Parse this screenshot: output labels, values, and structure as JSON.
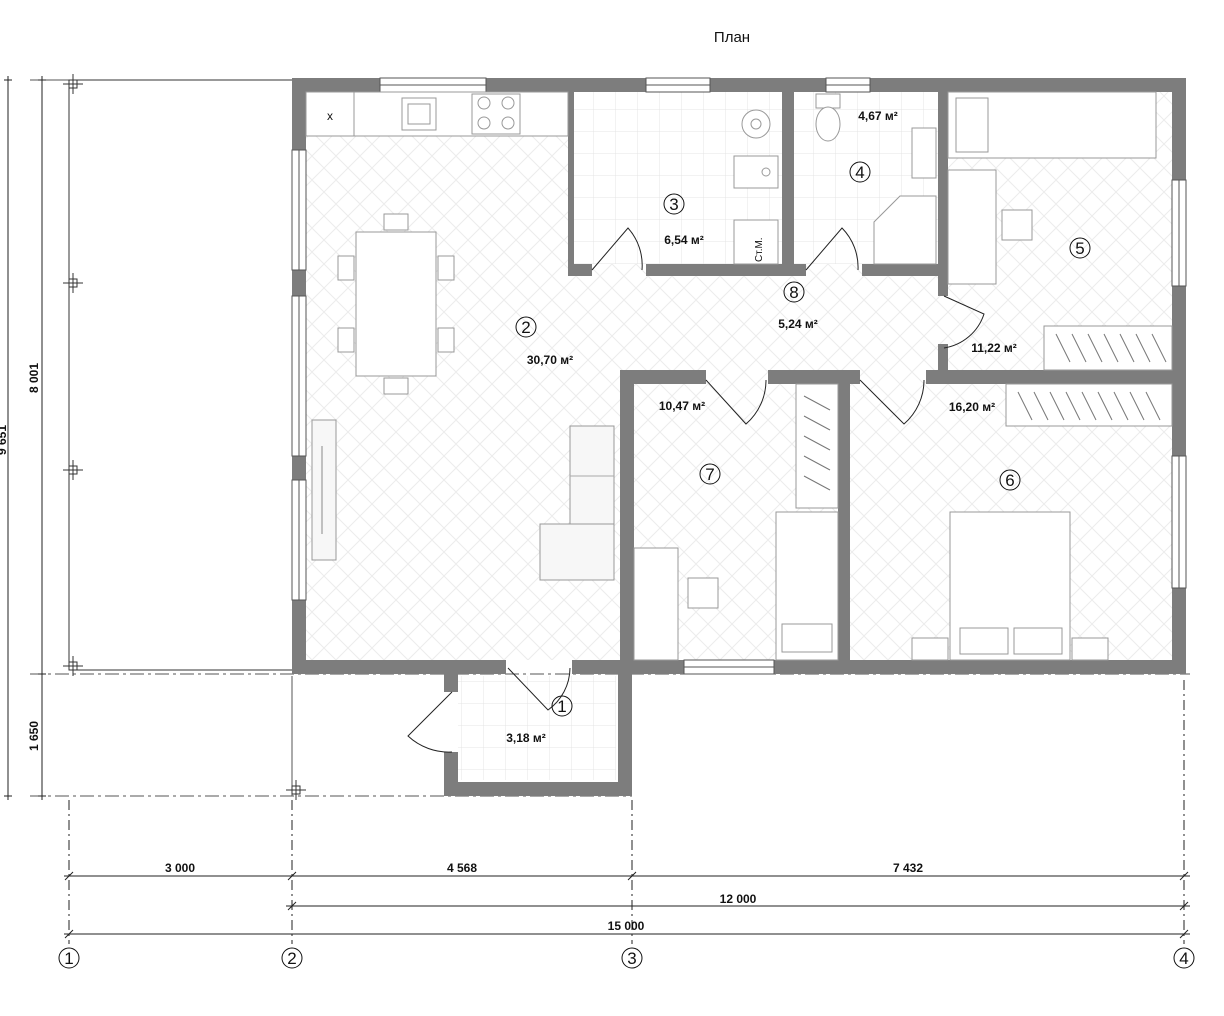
{
  "title": "План",
  "rooms": [
    {
      "num": "1",
      "area": "3,18 м²"
    },
    {
      "num": "2",
      "area": "30,70 м²"
    },
    {
      "num": "3",
      "area": "6,54 м²"
    },
    {
      "num": "4",
      "area": "4,67 м²"
    },
    {
      "num": "5",
      "area": "11,22 м²"
    },
    {
      "num": "6",
      "area": "16,20 м²"
    },
    {
      "num": "7",
      "area": "10,47 м²"
    },
    {
      "num": "8",
      "area": "5,24 м²"
    }
  ],
  "fixture_label": "Ст.М.",
  "kitchen_mark": "x",
  "dimensions": {
    "vertical_total": "9 651",
    "vertical_main": "8 001",
    "vertical_porch": "1 650",
    "seg1": "3 000",
    "seg2": "4 568",
    "seg3": "7 432",
    "span_12000": "12 000",
    "span_15000": "15 000"
  },
  "axes": [
    "1",
    "2",
    "3",
    "4"
  ]
}
